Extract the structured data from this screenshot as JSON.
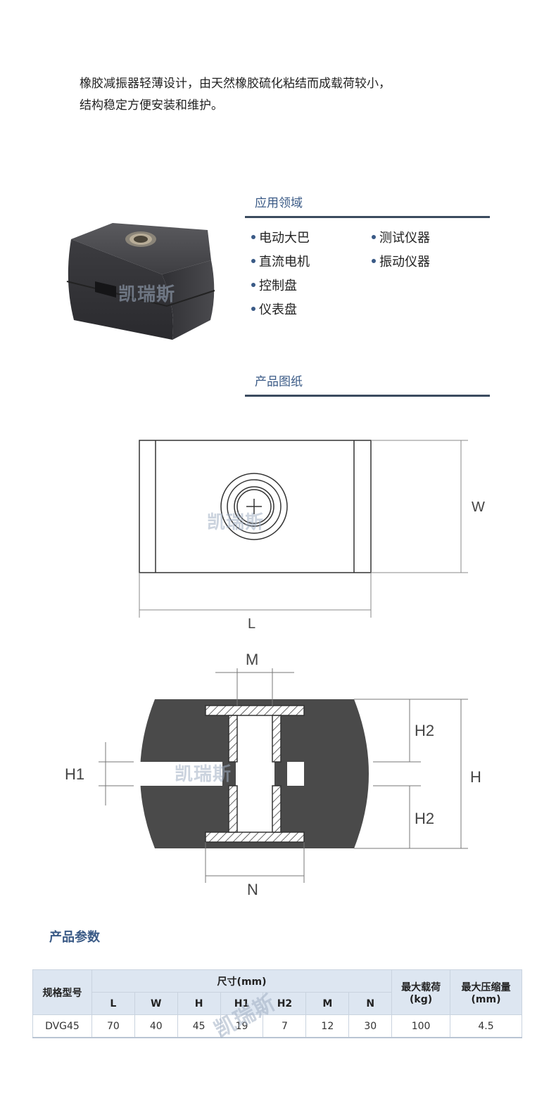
{
  "intro": {
    "line1": "橡胶减振器轻薄设计，由天然橡胶硫化粘结而成载荷较小，",
    "line2": "结构稳定方便安装和维护。"
  },
  "application": {
    "title": "应用领域",
    "items_left": [
      "电动大巴",
      "直流电机",
      "控制盘",
      "仪表盘"
    ],
    "items_right": [
      "测试仪器",
      "振动仪器"
    ]
  },
  "drawing": {
    "title": "产品图纸",
    "labels": {
      "W": "W",
      "L": "L",
      "M": "M",
      "H1": "H1",
      "H2": "H2",
      "H": "H",
      "N": "N"
    }
  },
  "watermark": "凯瑞斯",
  "params": {
    "title": "产品参数",
    "header_model": "规格型号",
    "header_size": "尺寸(mm)",
    "header_load": "最大载荷\n(kg)",
    "header_load_l1": "最大载荷",
    "header_load_l2": "(kg)",
    "header_comp_l1": "最大压缩量",
    "header_comp_l2": "(mm)",
    "columns": [
      "L",
      "W",
      "H",
      "H1",
      "H2",
      "M",
      "N"
    ],
    "rows": [
      {
        "model": "DVG45",
        "L": "70",
        "W": "40",
        "H": "45",
        "H1": "19",
        "H2": "7",
        "M": "12",
        "N": "30",
        "load": "100",
        "comp": "4.5"
      }
    ]
  },
  "colors": {
    "accent": "#3a5a86",
    "rule": "#3b4b5f",
    "table_header": "#dde6f1",
    "rubber": "#4a4a4a"
  }
}
